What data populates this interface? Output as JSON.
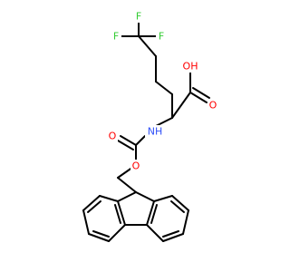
{
  "colors": {
    "bond": "#000000",
    "fluorine": "#33cc33",
    "oxygen": "#ff0000",
    "nitrogen": "#3050f8",
    "background": "#ffffff"
  },
  "atoms": {
    "f_top": "F",
    "f_left": "F",
    "f_right": "F",
    "oh": "OH",
    "o_carbonyl_acid": "O",
    "nh": "NH",
    "o_carbonyl_carbamate": "O",
    "o_ester": "O"
  }
}
